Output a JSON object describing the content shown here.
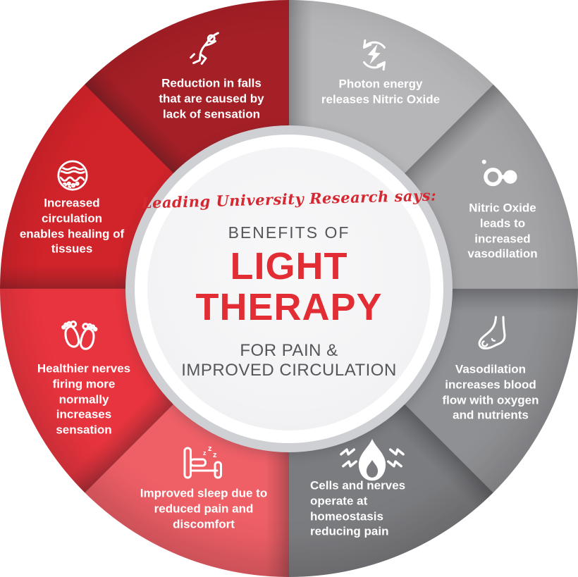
{
  "center": {
    "tagline": "Leading University Research says:",
    "title_prefix": "BENEFITS OF",
    "title_line1": "LIGHT",
    "title_line2": "THERAPY",
    "subtitle_line1": "FOR PAIN &",
    "subtitle_line2": "IMPROVED CIRCULATION"
  },
  "colors": {
    "title_red": "#e22d35",
    "tagline_red": "#d62831",
    "title_gray": "#54565a",
    "label_text": "#ffffff",
    "hub_ring": "#cfd0d3",
    "hub_fill": "#f3f3f5"
  },
  "segments": [
    {
      "name": "photon-energy",
      "icon": "energy-cycle-icon",
      "color": "#b6b6b8",
      "label": "Photon energy\nreleases Nitric Oxide"
    },
    {
      "name": "nitric-oxide",
      "icon": "molecule-icon",
      "color": "#a4a4a7",
      "label": "Nitric Oxide\nleads to\nincreased\nvasodilation"
    },
    {
      "name": "vasodilation",
      "icon": "foot-icon",
      "color": "#8f9093",
      "label": "Vasodilation\nincreases blood\nflow with oxygen\nand nutrients"
    },
    {
      "name": "homeostasis",
      "icon": "flame-icon",
      "color": "#7b7c7f",
      "label": "Cells and nerves\noperate at homeostasis\nreducing pain"
    },
    {
      "name": "improved-sleep",
      "icon": "bed-sleep-icon",
      "color": "#ee5f66",
      "label": "Improved sleep due to\nreduced pain and\ndiscomfort"
    },
    {
      "name": "healthier-nerves",
      "icon": "footprints-icon",
      "color": "#e8343e",
      "label": "Healthier nerves\nfiring more\nnormally\nincreases\nsensation"
    },
    {
      "name": "increased-circulation",
      "icon": "tissue-layers-icon",
      "color": "#d0232a",
      "label": "Increased\ncirculation\nenables healing of\ntissues"
    },
    {
      "name": "reduction-in-falls",
      "icon": "falling-person-icon",
      "color": "#a51f26",
      "label": "Reduction in falls\nthat are caused by\nlack of sensation"
    }
  ]
}
